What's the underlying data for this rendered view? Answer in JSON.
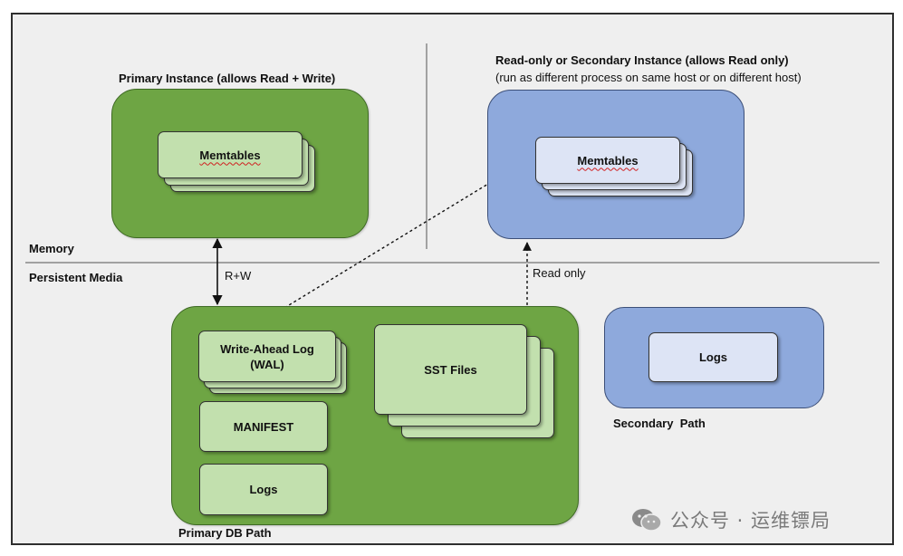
{
  "primary_instance": {
    "title": "Primary Instance (allows Read + Write)",
    "memtables": "Memtables"
  },
  "secondary_instance": {
    "title": "Read-only or Secondary Instance (allows Read only)",
    "subtitle": "(run as different process on same host or on different host)",
    "memtables": "Memtables"
  },
  "layers": {
    "memory": "Memory",
    "persistent": "Persistent Media"
  },
  "connectors": {
    "rw": "R+W",
    "read_only": "Read only"
  },
  "primary_db_path": {
    "label": "Primary DB Path",
    "wal_line1": "Write-Ahead Log",
    "wal_line2": "(WAL)",
    "manifest": "MANIFEST",
    "logs": "Logs",
    "sst": "SST Files"
  },
  "secondary_path": {
    "label": "Secondary  Path",
    "logs": "Logs"
  },
  "watermark": "公众号 · 运维镖局",
  "colors": {
    "primary_green": "#6ea544",
    "light_green": "#c2e0ae",
    "secondary_blue": "#8ea9dc",
    "light_blue": "#dde4f5"
  }
}
